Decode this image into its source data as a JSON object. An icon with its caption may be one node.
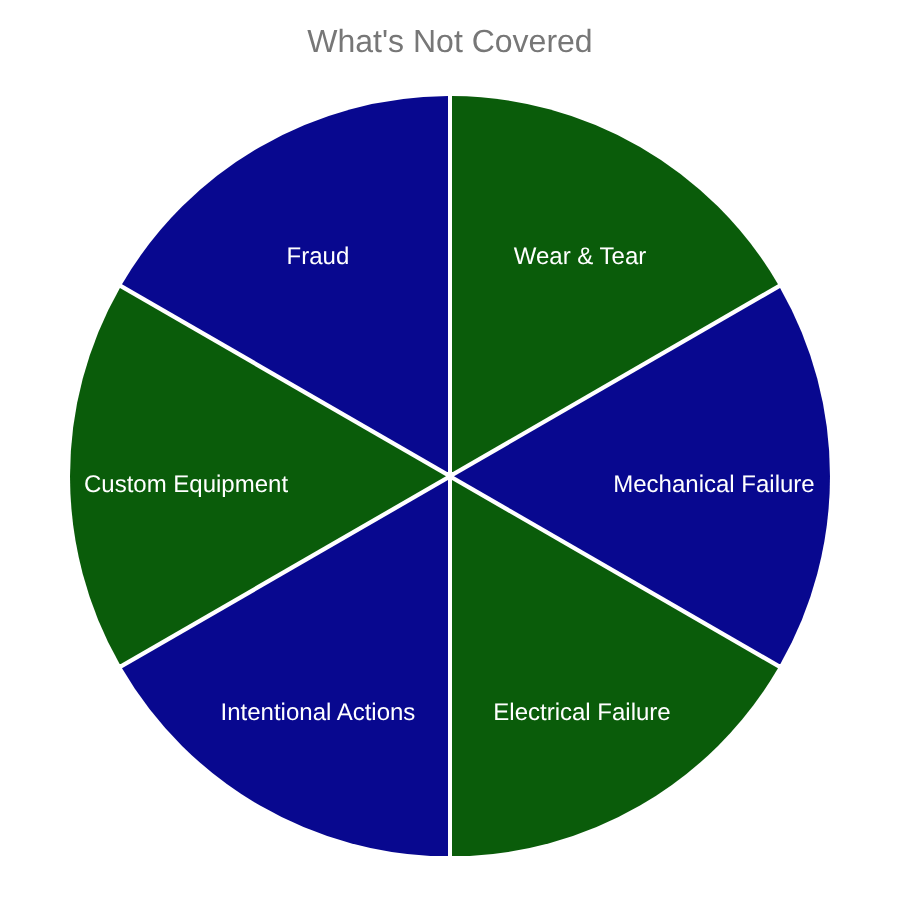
{
  "diagram": {
    "title": "What's Not Covered",
    "nodes": [
      {
        "text": [
          "Wear & Tear"
        ]
      },
      {
        "text": [
          "Mechanical Failure"
        ]
      },
      {
        "text": [
          "Electrical Failure"
        ]
      },
      {
        "text": [
          "Intentional Actions"
        ]
      },
      {
        "text": [
          "Custom Equipment"
        ]
      },
      {
        "text": [
          "Fraud"
        ]
      }
    ]
  }
}
